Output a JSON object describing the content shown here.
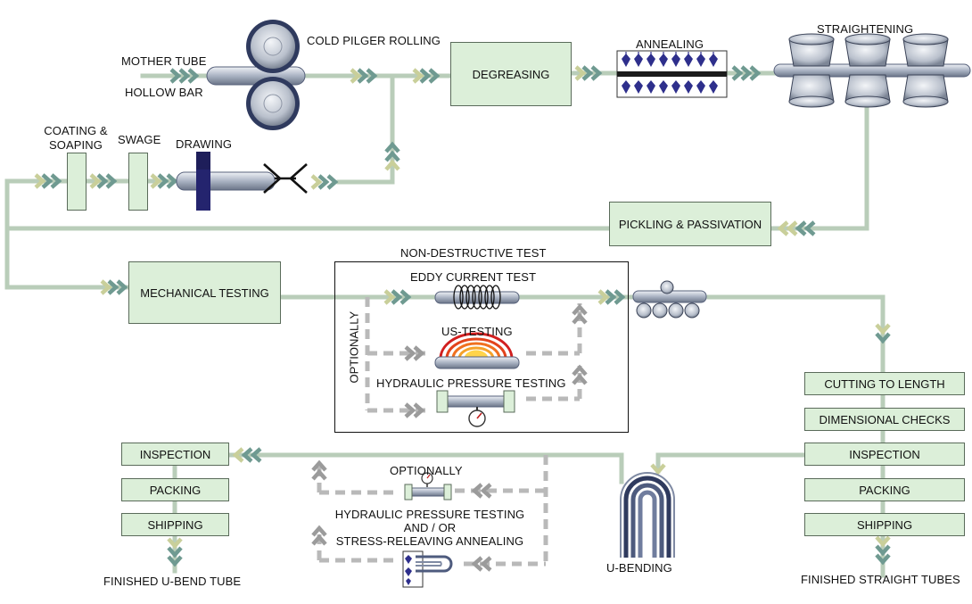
{
  "labels": {
    "mother_tube": "MOTHER TUBE",
    "hollow_bar": "HOLLOW BAR",
    "cold_pilger": "COLD PILGER ROLLING",
    "degreasing": "DEGREASING",
    "annealing": "ANNEALING",
    "straightening": "STRAIGHTENING",
    "coating_1": "COATING &",
    "coating_2": "SOAPING",
    "swage": "SWAGE",
    "drawing": "DRAWING",
    "pickling": "PICKLING & PASSIVATION",
    "mechanical": "MECHANICAL TESTING",
    "ndt_title": "NON-DESTRUCTIVE TEST",
    "eddy": "EDDY CURRENT TEST",
    "us": "US-TESTING",
    "hydro": "HYDRAULIC PRESSURE TESTING",
    "optionally_vertical": "OPTIONALLY",
    "cutting": "CUTTING TO LENGTH",
    "dimensional": "DIMENSIONAL CHECKS",
    "inspection_right": "INSPECTION",
    "packing_right": "PACKING",
    "shipping_right": "SHIPPING",
    "finished_straight": "FINISHED STRAIGHT TUBES",
    "inspection_left": "INSPECTION",
    "packing_left": "PACKING",
    "shipping_left": "SHIPPING",
    "finished_ubend": "FINISHED U-BEND TUBE",
    "optionally": "OPTIONALLY",
    "hydro_2": "HYDRAULIC PRESSURE TESTING",
    "and_or": "AND / OR",
    "stress": "STRESS-RELEAVING ANNEALING",
    "ubending": "U-BENDING"
  },
  "colors": {
    "line": "#b9cdb9",
    "box_fill": "#dcefd9",
    "box_border": "#5a6b5a",
    "arrow_teal": "#6f9a91",
    "arrow_olive": "#c9cf9a",
    "dashed": "#b9b9b9",
    "furnace": "#2e2f8c",
    "pipe": "#9aa4b4"
  }
}
